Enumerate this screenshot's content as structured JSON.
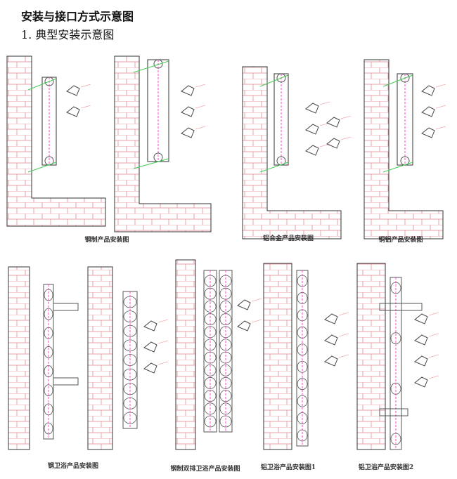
{
  "title": "安装与接口方式示意图",
  "section": "1. 典型安装示意图",
  "captions": {
    "steel": "钢制产品安装图",
    "aluminum_alloy": "铝合金产品安装图",
    "copper_aluminum": "铜铝产品安装图",
    "steel_bath": "钢卫浴产品安装图",
    "steel_double_bath": "钢制双排卫浴产品安装图",
    "aluminum_bath_1": "铝卫浴产品安装图1",
    "aluminum_bath_2": "铝卫浴产品安装图2"
  },
  "colors": {
    "brick": "#e8a0a8",
    "radiator": "#555555",
    "guide": "#44cc55",
    "axis": "#ff44cc"
  }
}
